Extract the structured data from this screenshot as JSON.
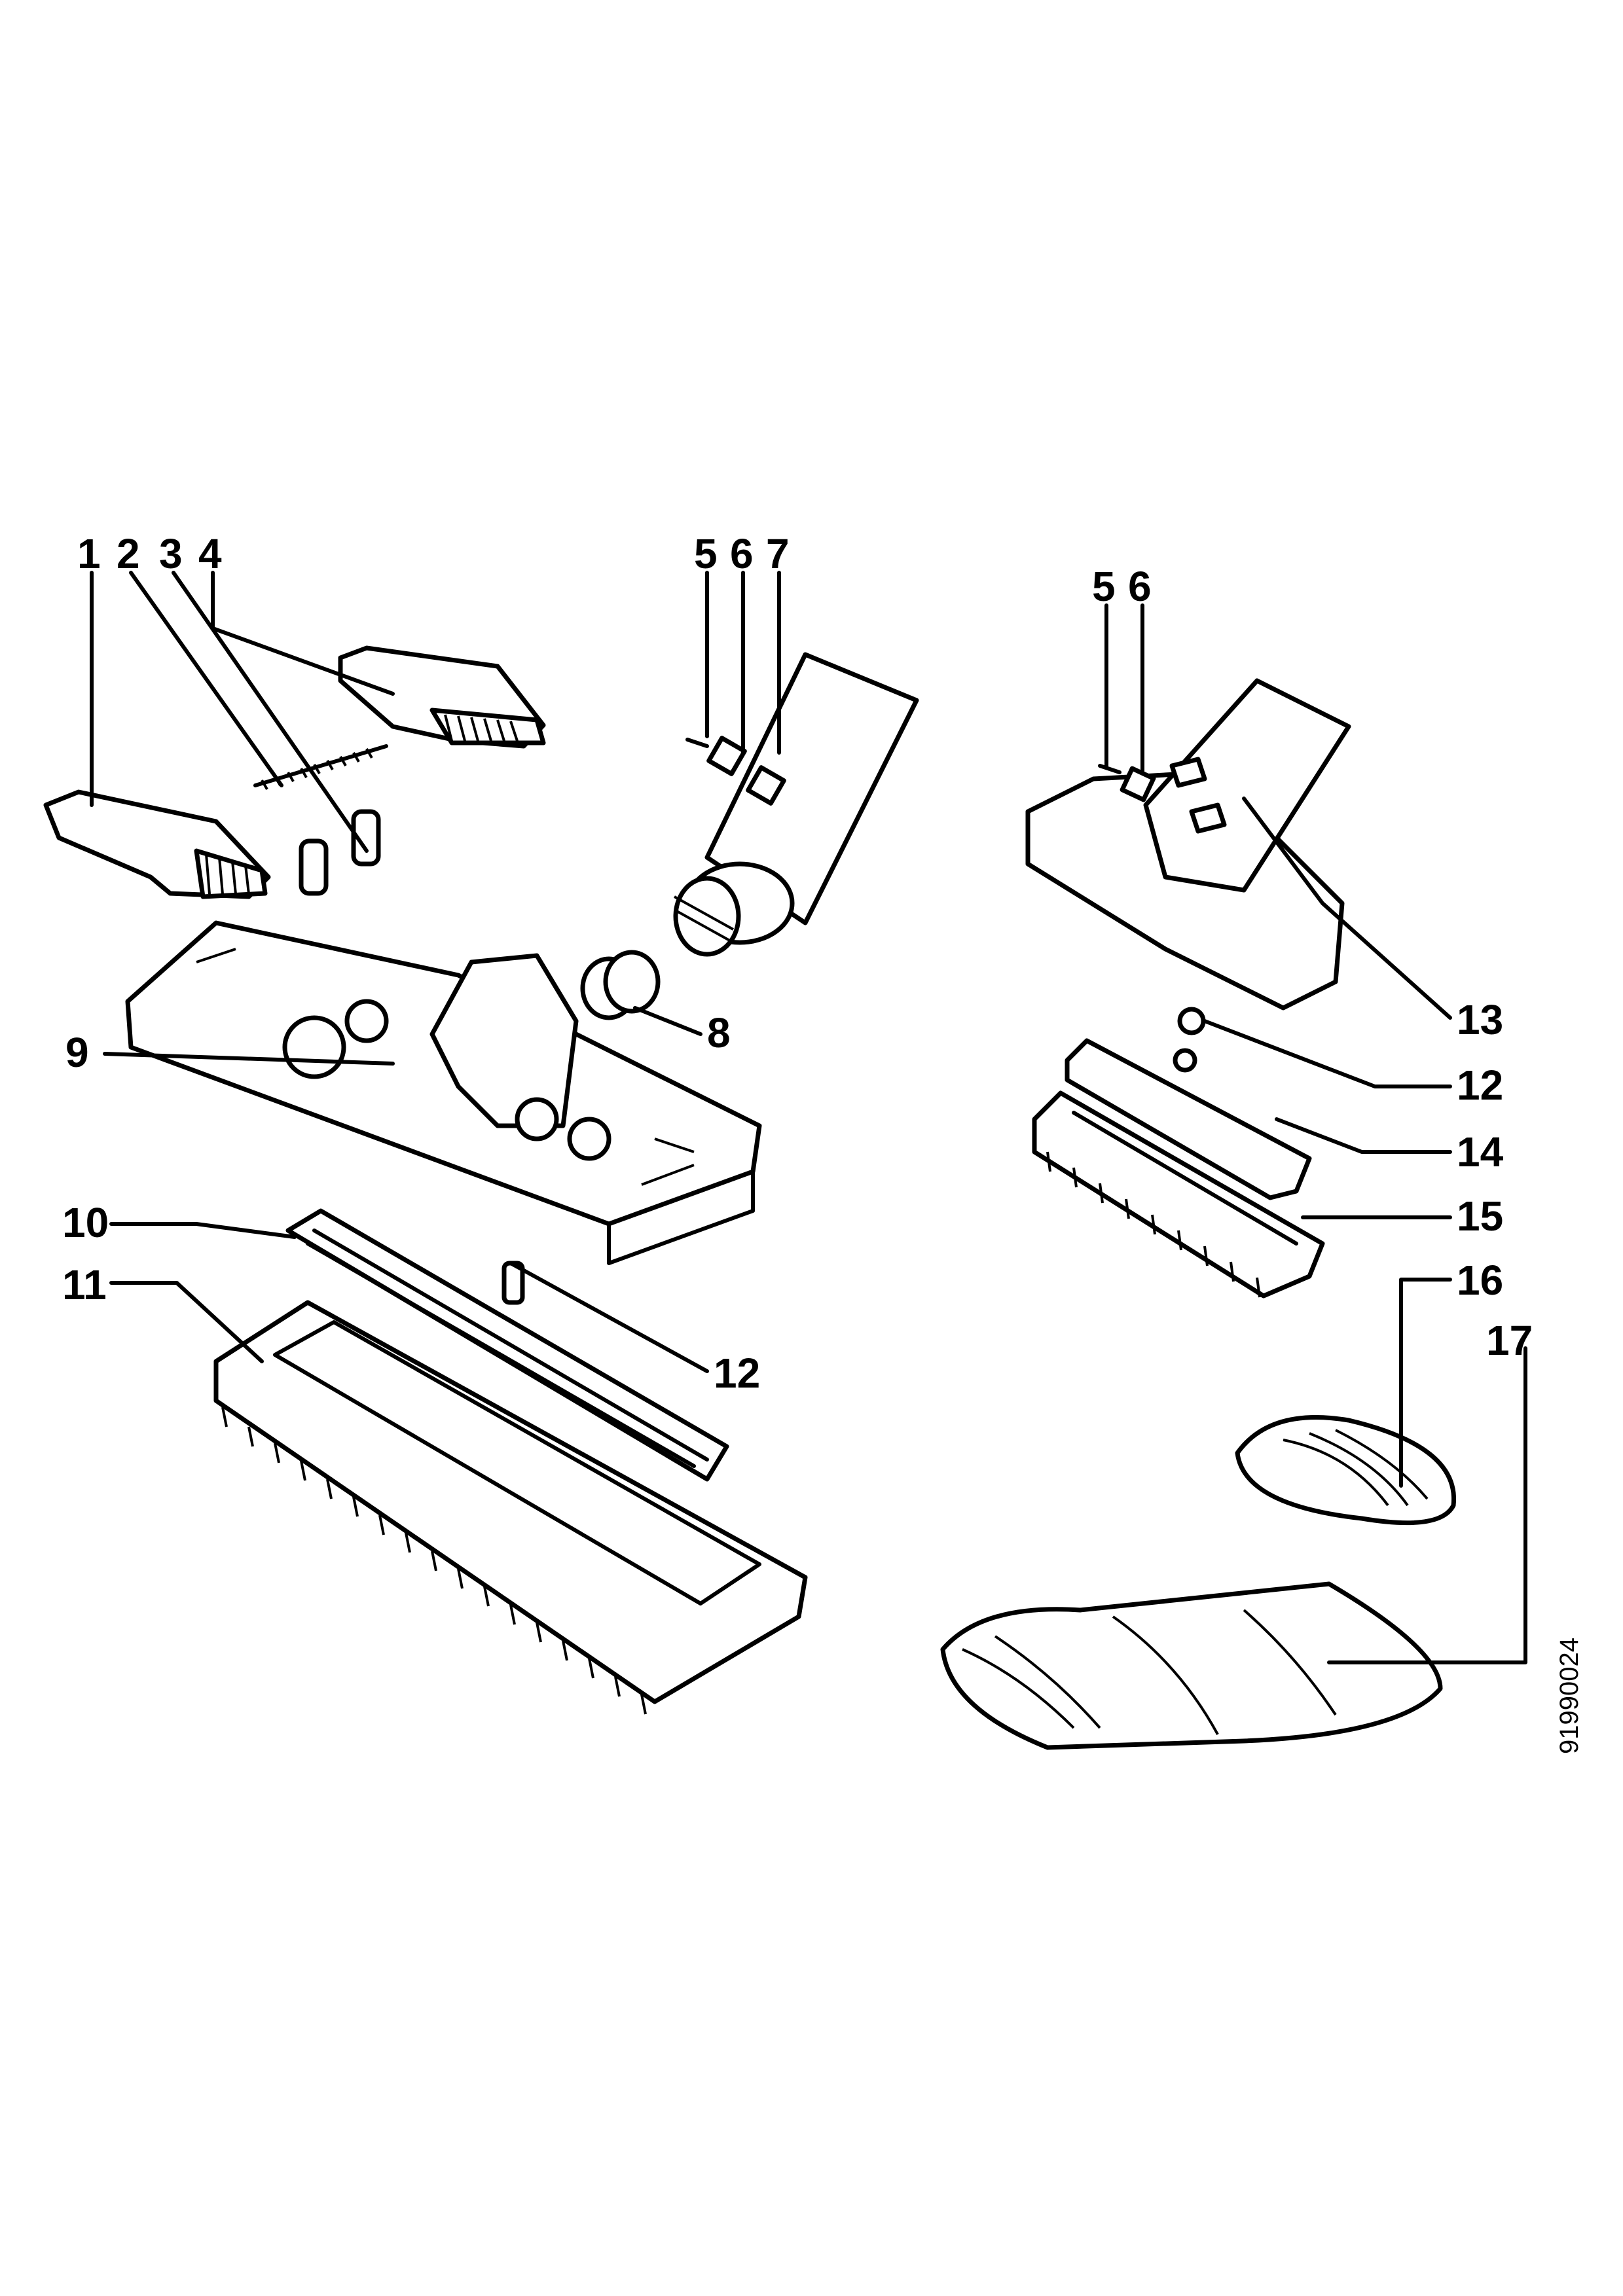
{
  "drawing_code": "91990024",
  "callouts": [
    {
      "id": "c1",
      "text": "1"
    },
    {
      "id": "c2",
      "text": "2"
    },
    {
      "id": "c3",
      "text": "3"
    },
    {
      "id": "c4",
      "text": "4"
    },
    {
      "id": "c5a",
      "text": "5"
    },
    {
      "id": "c6a",
      "text": "6"
    },
    {
      "id": "c7",
      "text": "7"
    },
    {
      "id": "c8",
      "text": "8"
    },
    {
      "id": "c9",
      "text": "9"
    },
    {
      "id": "c10",
      "text": "10"
    },
    {
      "id": "c11",
      "text": "11"
    },
    {
      "id": "c12a",
      "text": "12"
    },
    {
      "id": "c5b",
      "text": "5"
    },
    {
      "id": "c6b",
      "text": "6"
    },
    {
      "id": "c13",
      "text": "13"
    },
    {
      "id": "c12b",
      "text": "12"
    },
    {
      "id": "c14",
      "text": "14"
    },
    {
      "id": "c15",
      "text": "15"
    },
    {
      "id": "c16",
      "text": "16"
    },
    {
      "id": "c17",
      "text": "17"
    }
  ]
}
